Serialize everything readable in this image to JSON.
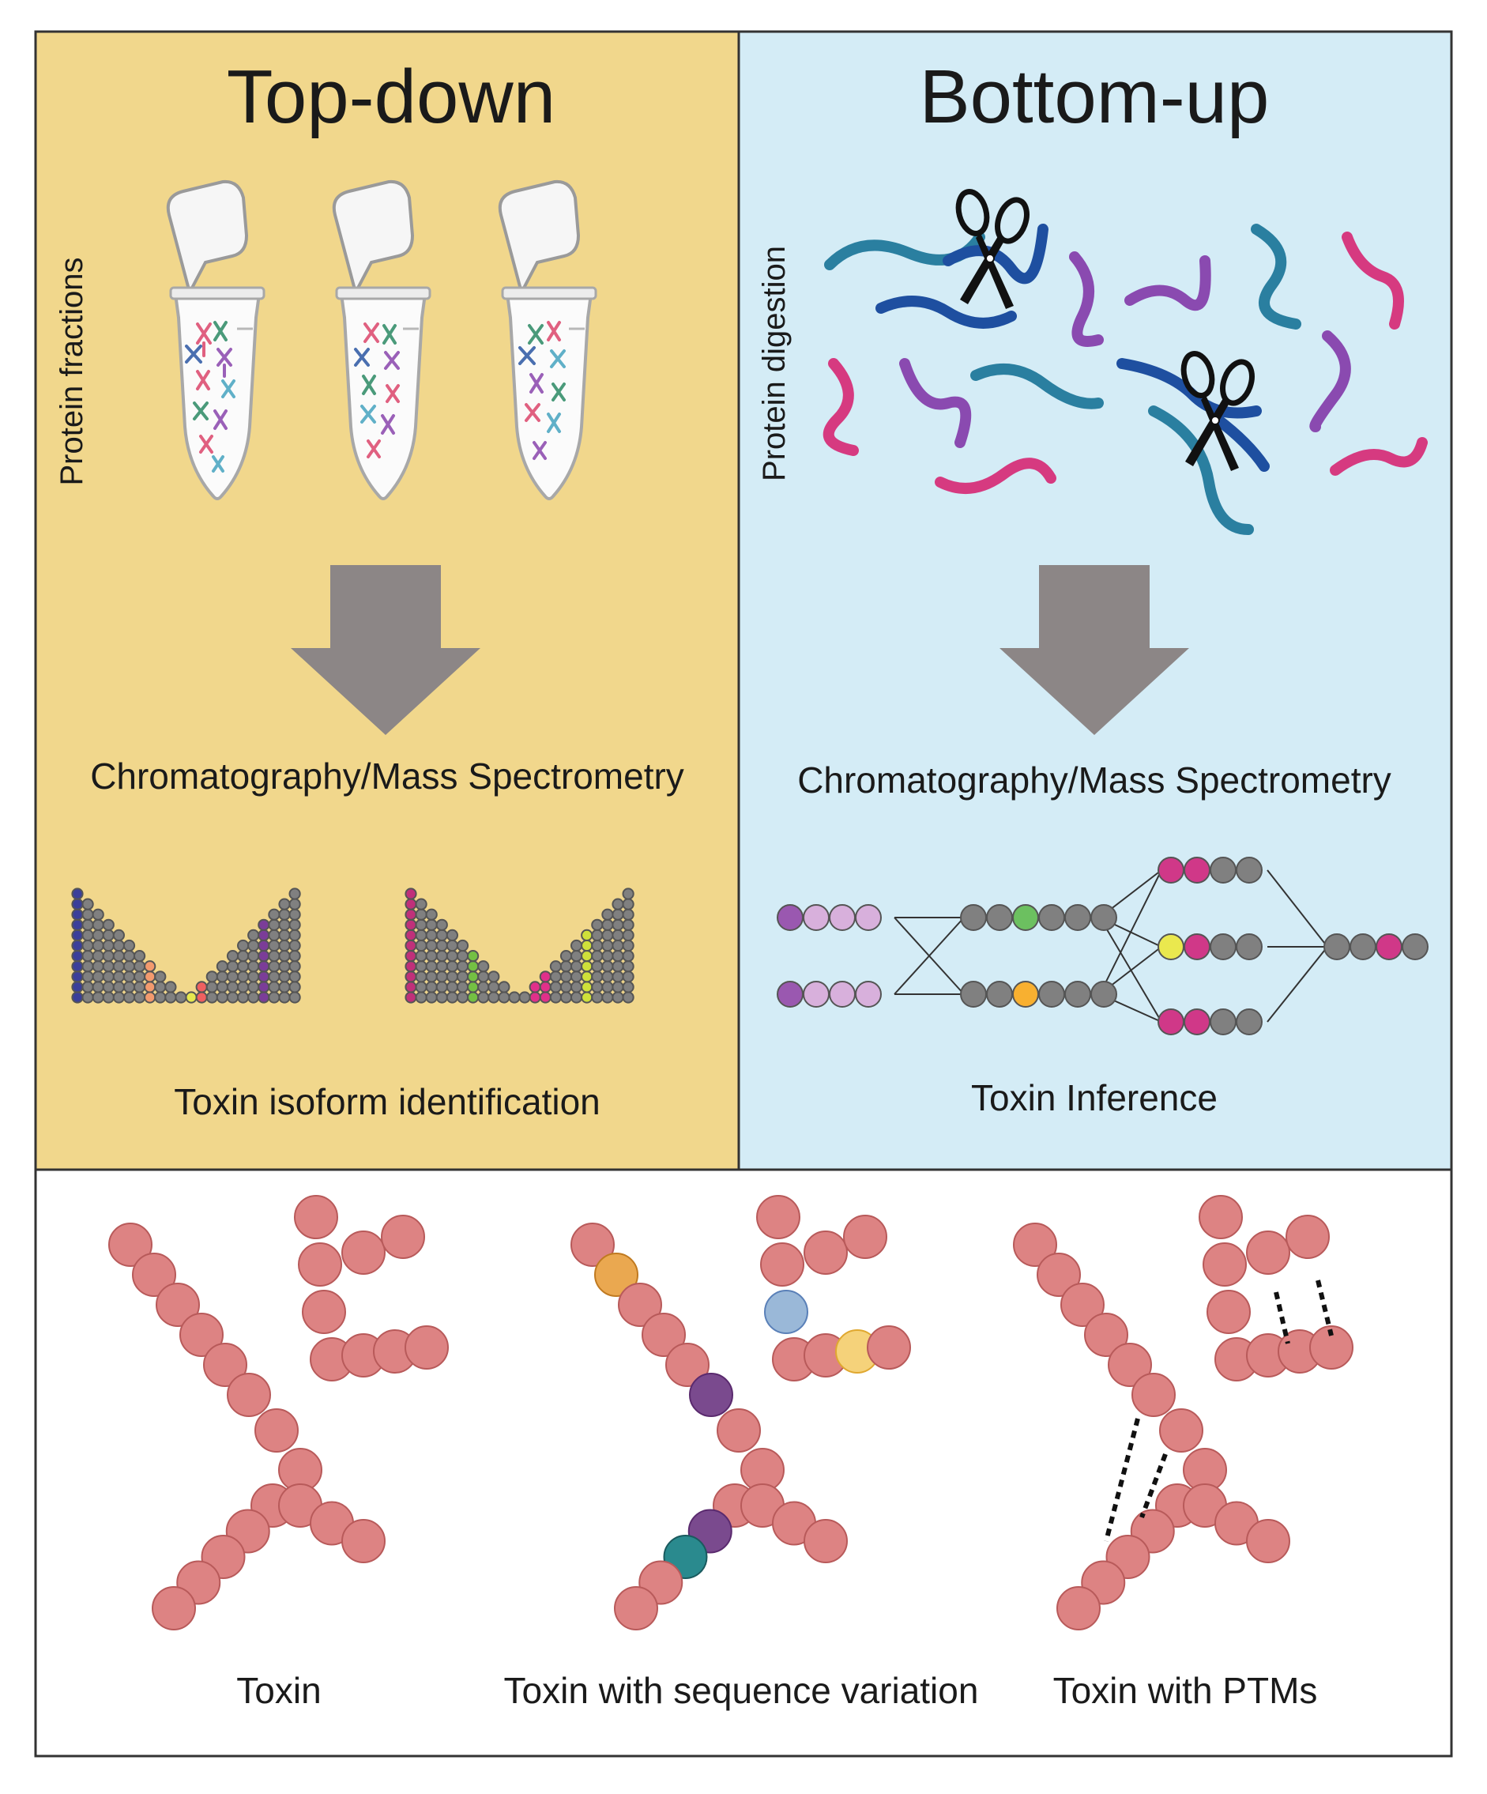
{
  "panels": {
    "top_down": {
      "title": "Top-down",
      "side_label": "Protein fractions",
      "method_label": "Chromatography/Mass Spectrometry",
      "result_label": "Toxin isoform identification",
      "bg_color": "#f1d78c"
    },
    "bottom_up": {
      "title": "Bottom-up",
      "side_label": "Protein digestion",
      "method_label": "Chromatography/Mass Spectrometry",
      "result_label": "Toxin Inference",
      "bg_color": "#d4ecf6"
    }
  },
  "toxins": {
    "plain": "Toxin",
    "sequence_variation": "Toxin with sequence variation",
    "ptms": "Toxin with PTMs"
  },
  "colors": {
    "bead": "#dd8383",
    "bead_stroke": "#b85a5a",
    "grey_bead": "#808080",
    "arrow": "#8c8686",
    "frame": "#333333"
  },
  "icons": [
    "tube-icon",
    "scissors-icon",
    "arrow-down-icon"
  ]
}
